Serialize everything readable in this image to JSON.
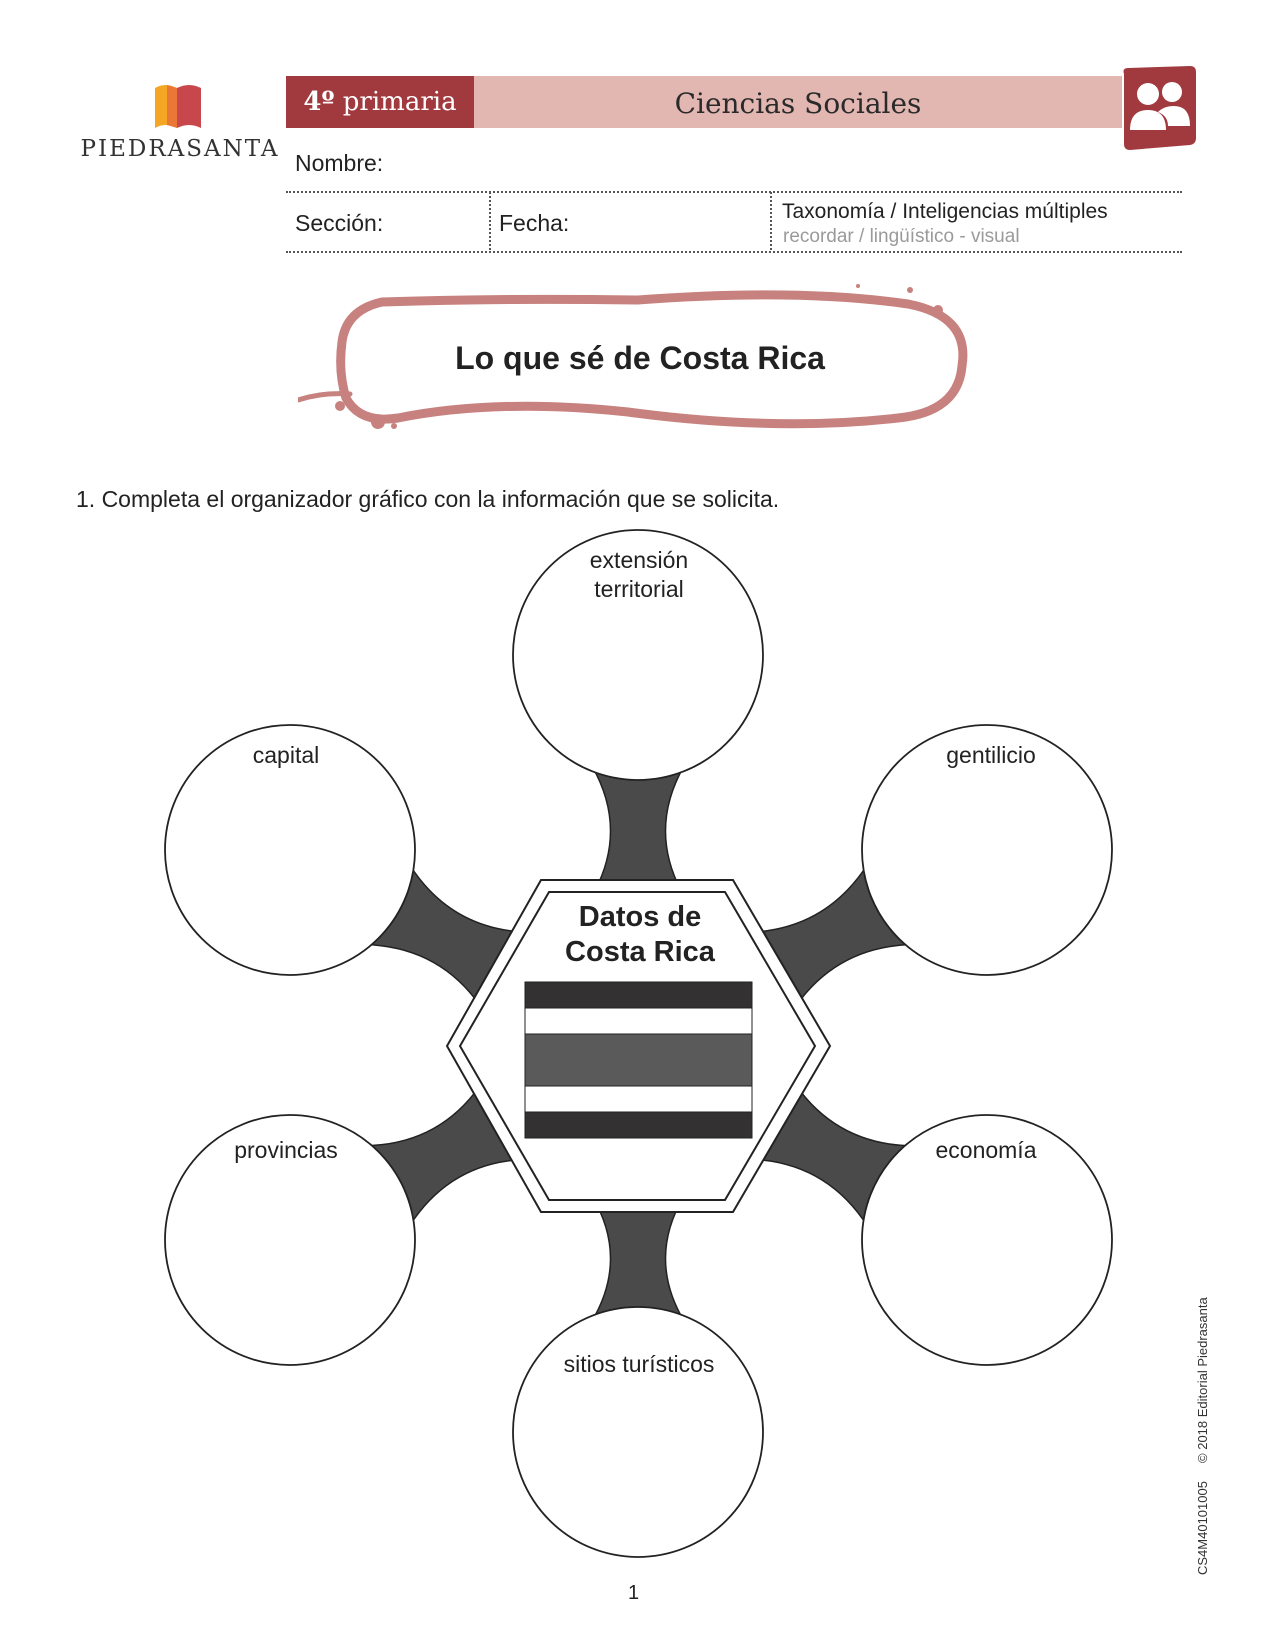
{
  "brand": {
    "name": "PIEDRASANTA",
    "colors": {
      "orange": "#f5a623",
      "red": "#c8474c"
    }
  },
  "header": {
    "grade_number": "4º",
    "grade_word": "primaria",
    "subject": "Ciencias Sociales",
    "icon": "group-users-icon",
    "colors": {
      "grade_bg": "#a13a3f",
      "band_bg": "#e2b7b2"
    }
  },
  "form": {
    "name_label": "Nombre:",
    "section_label": "Sección:",
    "date_label": "Fecha:",
    "taxonomy_title": "Taxonomía / Inteligencias múltiples",
    "taxonomy_values": "recordar / lingüístico - visual"
  },
  "title": "Lo que sé de Costa Rica",
  "instruction": "1.   Completa el organizador gráfico con la información que se solicita.",
  "organizer": {
    "center": {
      "line1": "Datos de",
      "line2": "Costa Rica"
    },
    "nodes": {
      "top": "extensión\nterritorial",
      "top_left": "capital",
      "top_right": "gentilicio",
      "bottom_left": "provincias",
      "bottom_right": "economía",
      "bottom": "sitios turísticos"
    },
    "flag_colors": [
      "#333132",
      "#ffffff",
      "#5b5a5b",
      "#ffffff",
      "#333132"
    ]
  },
  "footer": {
    "page_number": "1",
    "code": "CS4M40101005",
    "copyright": "© 2018 Editorial Piedrasanta"
  }
}
